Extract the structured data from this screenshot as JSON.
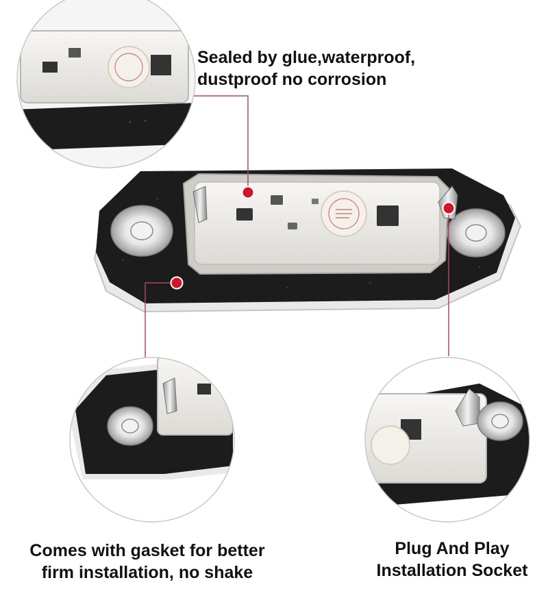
{
  "callouts": {
    "waterproof": {
      "line1": "Sealed by glue,waterproof,",
      "line2": "dustproof no corrosion"
    },
    "gasket": {
      "line1": "Comes with gasket for better",
      "line2": "firm installation, no shake"
    },
    "socket": {
      "line1": "Plug And Play",
      "line2": "Installation Socket"
    }
  },
  "colors": {
    "marker": "#d2142a",
    "gasket": "#1c1c1c",
    "lens": "#eceae6",
    "leader_line": "#b04a55"
  }
}
